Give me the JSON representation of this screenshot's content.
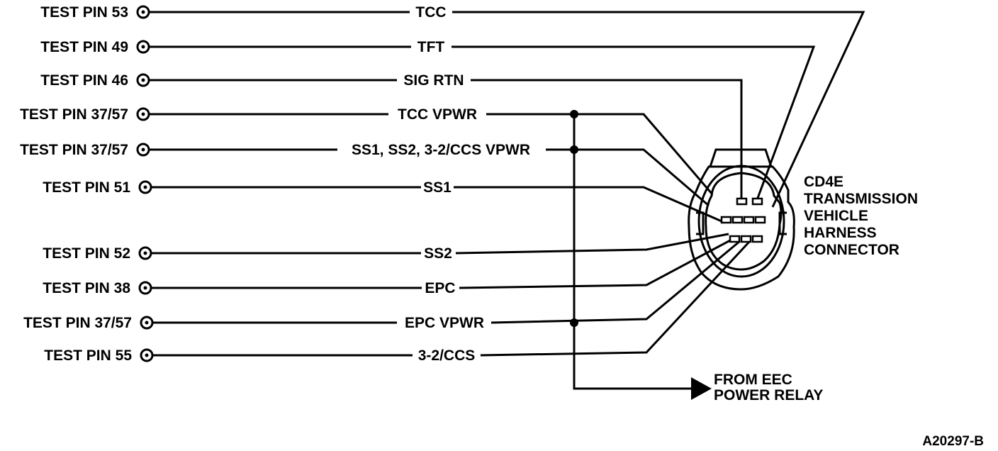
{
  "pins": [
    {
      "pin": "TEST PIN 53",
      "signal": "TCC"
    },
    {
      "pin": "TEST PIN 49",
      "signal": "TFT"
    },
    {
      "pin": "TEST PIN 46",
      "signal": "SIG RTN"
    },
    {
      "pin": "TEST PIN 37/57",
      "signal": "TCC VPWR"
    },
    {
      "pin": "TEST PIN 37/57",
      "signal": "SS1, SS2, 3-2/CCS VPWR"
    },
    {
      "pin": "TEST PIN 51",
      "signal": "SS1"
    },
    {
      "pin": "TEST PIN 52",
      "signal": "SS2"
    },
    {
      "pin": "TEST PIN 38",
      "signal": "EPC"
    },
    {
      "pin": "TEST PIN 37/57",
      "signal": "EPC VPWR"
    },
    {
      "pin": "TEST PIN 55",
      "signal": "3-2/CCS"
    }
  ],
  "connector": {
    "lines": [
      "CD4E",
      "TRANSMISSION",
      "VEHICLE",
      "HARNESS",
      "CONNECTOR"
    ]
  },
  "power_source": {
    "lines": [
      "FROM EEC",
      "POWER RELAY"
    ]
  },
  "reference": "A20297-B"
}
